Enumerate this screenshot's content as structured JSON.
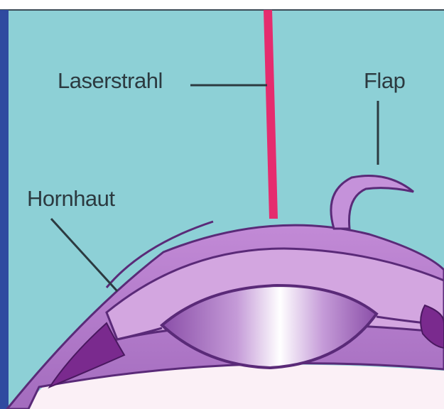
{
  "labels": {
    "laser": "Laserstrahl",
    "flap": "Flap",
    "cornea": "Hornhaut"
  },
  "colors": {
    "background": "#8dd0d6",
    "top_band": "#ffffff",
    "left_border": "#2f4aa0",
    "laser_beam": "#e52c6e",
    "cornea_outer": "#b57ccc",
    "cornea_inner": "#d3a6e0",
    "lens": "#d9b6e8",
    "iris": "#7a2a8e",
    "outline": "#5a2a78",
    "bottom_fill": "#fbf0f6",
    "leader_lines": "#2c3a40"
  }
}
